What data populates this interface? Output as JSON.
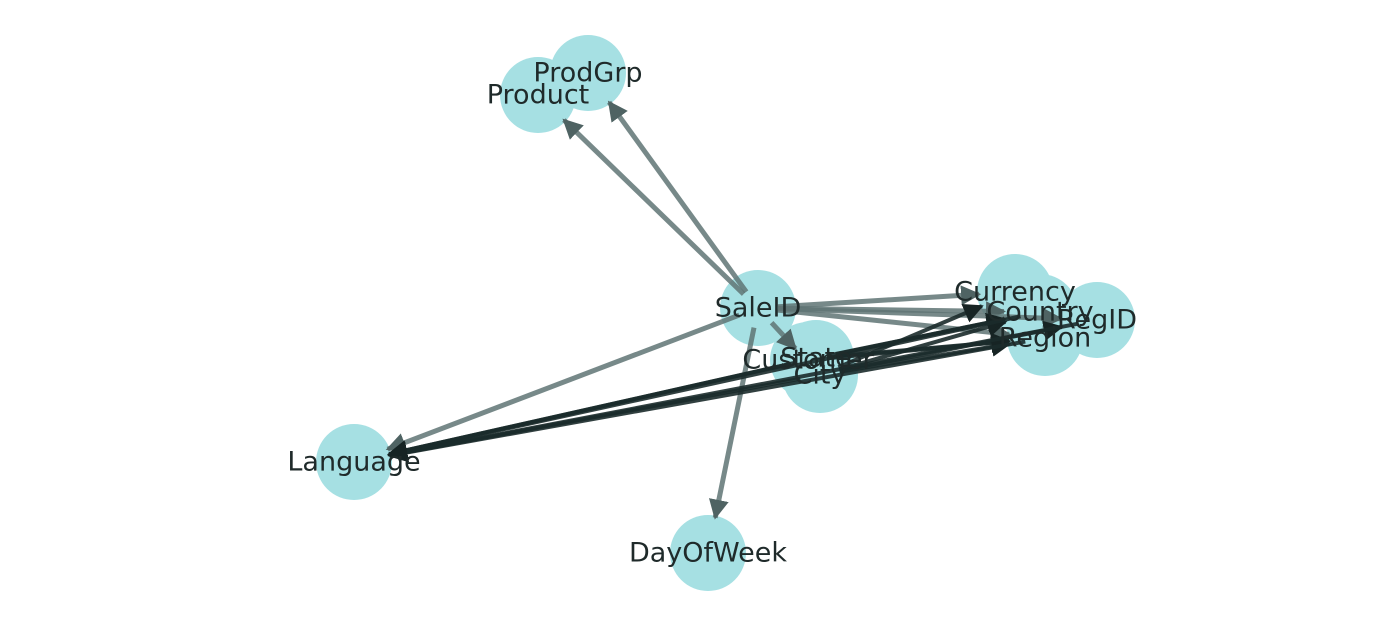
{
  "graph": {
    "colors": {
      "node": "#a6e0e3",
      "node_dense": "#86d3d8",
      "edge": "#5f7474",
      "edge_dark": "#1b2b2b",
      "label": "#1f2a2a"
    },
    "nodes": [
      {
        "id": "ProdGrp",
        "label": "ProdGrp"
      },
      {
        "id": "Product",
        "label": "Product"
      },
      {
        "id": "SaleID",
        "label": "SaleID"
      },
      {
        "id": "Currency",
        "label": "Currency"
      },
      {
        "id": "Country",
        "label": "Country"
      },
      {
        "id": "RegID",
        "label": "RegID"
      },
      {
        "id": "Region",
        "label": "Region"
      },
      {
        "id": "State",
        "label": "State"
      },
      {
        "id": "City",
        "label": "City"
      },
      {
        "id": "Customer",
        "label": "Customer"
      },
      {
        "id": "Language",
        "label": "Language"
      },
      {
        "id": "DayOfWeek",
        "label": "DayOfWeek"
      }
    ],
    "edges": [
      {
        "source": "SaleID",
        "target": "Product"
      },
      {
        "source": "SaleID",
        "target": "ProdGrp"
      },
      {
        "source": "SaleID",
        "target": "Currency"
      },
      {
        "source": "SaleID",
        "target": "Country"
      },
      {
        "source": "SaleID",
        "target": "Region"
      },
      {
        "source": "SaleID",
        "target": "RegID"
      },
      {
        "source": "SaleID",
        "target": "City"
      },
      {
        "source": "SaleID",
        "target": "Language"
      },
      {
        "source": "SaleID",
        "target": "DayOfWeek"
      },
      {
        "source": "City",
        "target": "Currency"
      },
      {
        "source": "City",
        "target": "Country"
      },
      {
        "source": "City",
        "target": "Region"
      },
      {
        "source": "City",
        "target": "RegID"
      },
      {
        "source": "City",
        "target": "Language"
      },
      {
        "source": "State",
        "target": "Country"
      },
      {
        "source": "State",
        "target": "Region"
      },
      {
        "source": "State",
        "target": "Language"
      },
      {
        "source": "Customer",
        "target": "Country"
      },
      {
        "source": "Customer",
        "target": "Region"
      },
      {
        "source": "Customer",
        "target": "Language"
      },
      {
        "source": "Country",
        "target": "Language"
      },
      {
        "source": "Region",
        "target": "Language"
      },
      {
        "source": "RegID",
        "target": "Language"
      }
    ]
  }
}
